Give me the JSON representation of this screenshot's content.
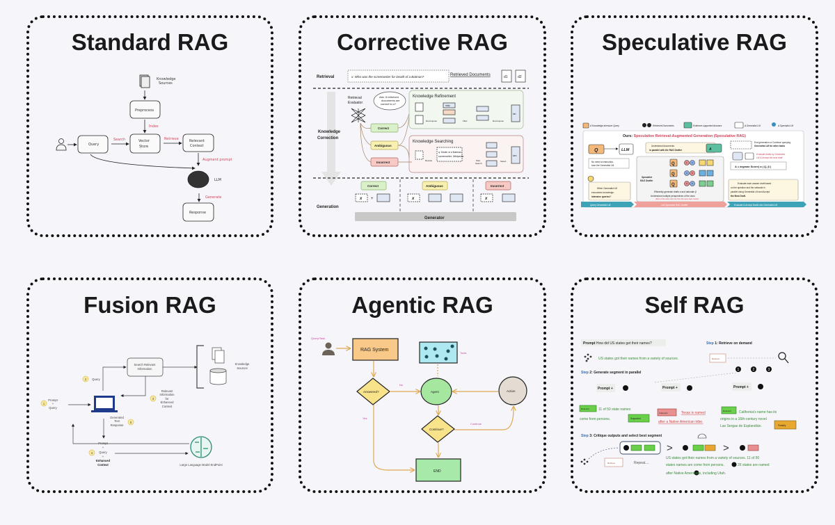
{
  "panels": {
    "standard": {
      "title": "Standard RAG",
      "knowledge_sources": [
        "Knowledge",
        "Sources"
      ],
      "preprocess": "Preprocess",
      "index": "Index",
      "query": "Query",
      "search": "Search",
      "vector_store": [
        "Vector",
        "Store"
      ],
      "retrieve": "Retrieve",
      "relevant_context": [
        "Relevant",
        "Context"
      ],
      "augment": "Augment prompt",
      "llm": "LLM",
      "generate": "Generate",
      "response": "Response"
    },
    "corrective": {
      "title": "Corrective RAG",
      "retrieval": "Retrieval",
      "query_text": "x: Who was the screenwriter for Death of a Batman?",
      "retrieved_documents": "Retrieved Documents",
      "d1": "d1",
      "d2": "d2",
      "knowledge_correction": [
        "Knowledge",
        "Correction"
      ],
      "retrieval_evaluator": [
        "Retrieval",
        "Evaluator"
      ],
      "cloud": [
        "Ask: If retrieved",
        "documents are",
        "correct to x?"
      ],
      "knowledge_refinement": "Knowledge Refinement",
      "decompose": "Decompose",
      "filter": "Filter",
      "recompose": "Recompose",
      "strip": "strip",
      "k_in": "kin",
      "knowledge_searching": "Knowledge Searching",
      "rewrite": "Rewrite",
      "rewritten_query": [
        "q: Death of a Batman;",
        "screenwriter; Wikipedia"
      ],
      "web_search": [
        "Web",
        "Search"
      ],
      "select": "Select",
      "k_ex": "kex",
      "correct": "Correct",
      "ambiguous": "Ambiguous",
      "incorrect": "Incorrect",
      "generation": "Generation",
      "x": "x",
      "plus": "+",
      "generator": "Generator"
    },
    "speculative": {
      "title": "Speculative RAG",
      "legend": [
        "A Knowledge-intensive Query",
        "Retrieved Documents",
        "Evidence-supported Answers",
        "A Generalist LM",
        "A Specialist LM"
      ],
      "q": "Q",
      "a": "A",
      "llm": "LLM",
      "heading_prefix": "Ours:",
      "heading": "Speculative Retrieval-Augmented Generation (Speculative RAG)",
      "understand_docs": [
        "Understand documents",
        "in parallel with the RAG Drafter"
      ],
      "end_generation": [
        "End generation or Continue querying",
        "Generalist LM for other tasks"
      ],
      "evaluate_drafts": [
        "Evaluate drafts by Generalist",
        "LM & Accept the best draft"
      ],
      "no_finetune": [
        "No need to instruction-",
        "tune the Generalist LM"
      ],
      "specialist": [
        "Specialist",
        "RAG Drafter"
      ],
      "when_generalist": [
        "When Generalist LM",
        "encounters knowledge-",
        "intensive queries?"
      ],
      "efficiently": "Efficiently generate drafts α and rationale β",
      "understand_multiple": "Understand multiple perspectives of the docs",
      "same_color": "(Docs of the same color are from the same topic cluster)",
      "argmax": "A = argmax Score( α | Q, β )",
      "evaluate_each": [
        "Evaluate each answer draft based",
        "on the question and the rationale in",
        "parallel using Generalist LM and Accept",
        "the Best Draft."
      ],
      "doc_numbers": [
        "1",
        "2",
        "4",
        "5",
        "3",
        "6"
      ],
      "bottom_steps": [
        "Query Generalist LM",
        "Call Specialist RAG Drafter",
        "Evaluate & Accept Drafts into Generalist LM"
      ]
    },
    "fusion": {
      "title": "Fusion RAG",
      "search_relevant": [
        "Search Relevant",
        "Information"
      ],
      "knowledge_sources": [
        "Knowledge",
        "Sources"
      ],
      "step_numbers": [
        "1",
        "2",
        "3",
        "4",
        "5"
      ],
      "query": "Query",
      "prompt_query": [
        "Prompt",
        "+",
        "Query"
      ],
      "relevant_info": [
        "Relevant",
        "Information",
        "for",
        "Enhanced",
        "Context"
      ],
      "generated": [
        "Generated",
        "Text",
        "Response"
      ],
      "prompt_enhanced": [
        "Prompt",
        "+",
        "Query",
        "+",
        "Enhanced",
        "Context"
      ],
      "llm_endpoint": "Large Language Model EndPoint"
    },
    "agentic": {
      "title": "Agentic RAG",
      "query_task": "Query/Task",
      "rag_system": "RAG System",
      "tools": "Tools",
      "answered": "Answered?",
      "no": "No",
      "yes": "Yes",
      "agent": "Agent",
      "action": "Action",
      "continue_q": "Continue?",
      "continue": "Continue",
      "end": "END"
    },
    "self": {
      "title": "Self RAG",
      "prompt_label": "Prompt",
      "prompt_text": "How did US states get their names?",
      "step_word": "Step",
      "step1": "1: Retrieve on demand",
      "first_output": "US states got their names from a variety of sources.",
      "retrieve": "Retrieve",
      "numbers": [
        "1",
        "2",
        "3"
      ],
      "step2": "2: Generate segment in parallel",
      "prompt_plus": "Prompt +",
      "relevant": "Relevant",
      "irrelevant": "Irrelevant",
      "seg1": [
        "11 of 50 state names",
        "come from persons."
      ],
      "supported": "Supported",
      "seg2": [
        "Texas is named",
        "after a Native American tribe."
      ],
      "seg3": [
        "California's name has its",
        "origins in a 16th-century novel",
        "Las Sergas de Esplandián."
      ],
      "partially": "Partially",
      "step3": "3: Critique outputs and select best segment",
      "gt": ">",
      "repeat": "Repeat....",
      "final": [
        "US states got their names from a variety of sources. 11 of 50",
        "states names are come from persons.",
        "26 states are named",
        "after Native Americans, including Utah."
      ]
    }
  },
  "colors": {
    "correct": "#d9f0c8",
    "ambiguous": "#f8f0b0",
    "incorrect": "#f6c9c4",
    "agent": "#a6e7a0",
    "rag_system": "#f9c98a",
    "tools": "#aee8f0",
    "decision": "#f8e28a",
    "highlight_red": "#d0435a"
  }
}
